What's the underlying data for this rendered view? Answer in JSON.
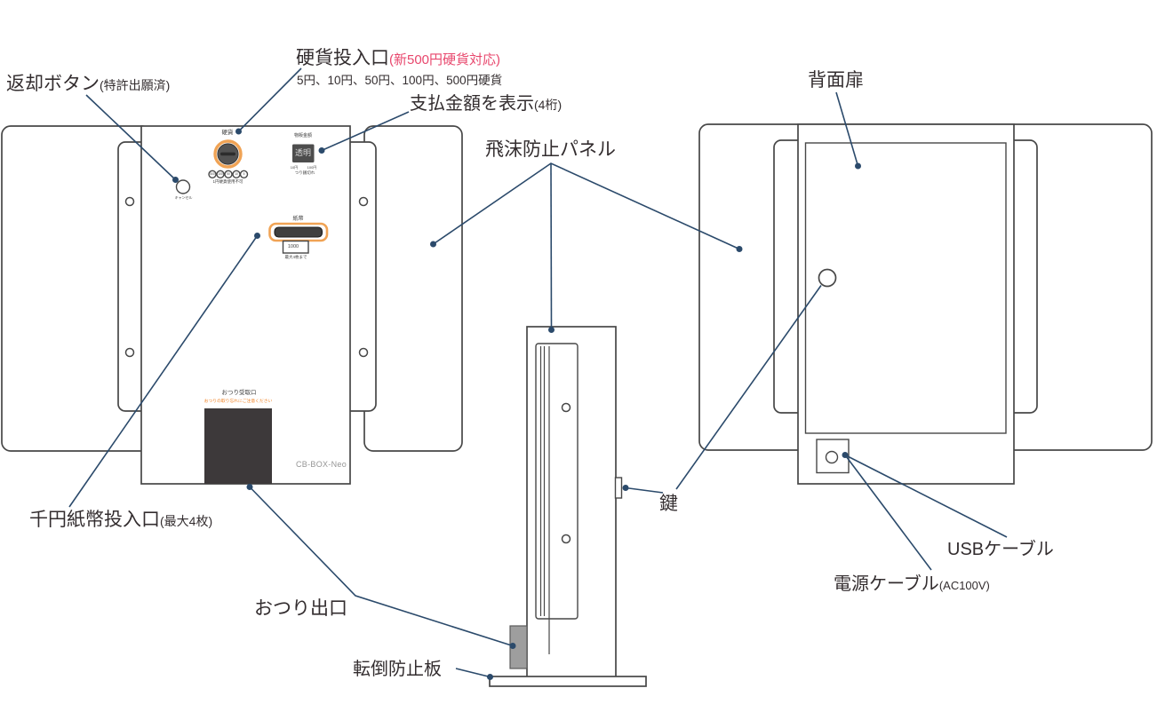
{
  "colors": {
    "ink": "#332d2f",
    "outline": "#474747",
    "leader": "#2b4a6b",
    "accent-red": "#e8476d",
    "accent-orange": "#f0a355",
    "warning-orange": "#f08326",
    "slot-dark": "#4d4d4d",
    "box-dark": "#3d393a",
    "gray-box": "#9e9e9e",
    "display-text": "#d5d5d5",
    "brand-gray": "#959595"
  },
  "callouts": {
    "return_button": {
      "main": "返却ボタン",
      "sub": "(特許出願済)"
    },
    "coin_slot": {
      "main": "硬貨投入口",
      "sub": "(新500円硬貨対応)",
      "detail": "5円、10円、50円、100円、500円硬貨"
    },
    "payment_display": {
      "main": "支払金額を表示",
      "sub": "(4桁)"
    },
    "splash_panel": {
      "main": "飛沫防止パネル"
    },
    "back_door": {
      "main": "背面扉"
    },
    "bill_slot": {
      "main": "千円紙幣投入口",
      "sub": "(最大4枚)"
    },
    "change_outlet": {
      "main": "おつり出口"
    },
    "tip_plate": {
      "main": "転倒防止板"
    },
    "key": {
      "main": "鍵"
    },
    "usb_cable": {
      "main": "USBケーブル"
    },
    "power_cable": {
      "main": "電源ケーブル",
      "sub": "(AC100V)"
    }
  },
  "front_panel": {
    "coin_label": "硬貨",
    "cancel_label": "キャンセル",
    "coins": [
      "500",
      "100",
      "50",
      "10",
      "5"
    ],
    "coin_note": "1円硬貨使用不可",
    "display_title": "物販金額",
    "display_value": "透明",
    "indicator_left": "10円",
    "indicator_right": "100円",
    "indicator_bottom": "つり銭切れ",
    "bill_label": "紙幣",
    "bill_value": "1000",
    "bill_note": "最大4枚まで",
    "change_label": "おつり受取口",
    "change_warning": "おつりの取り忘れにご注意ください",
    "brand": "CB-BOX-Neo"
  }
}
